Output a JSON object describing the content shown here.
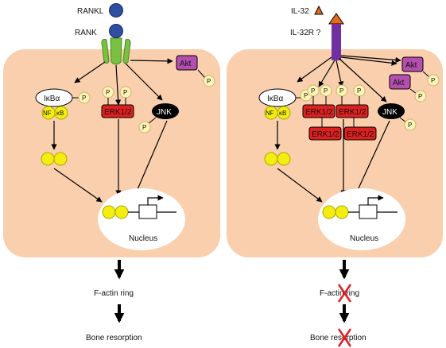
{
  "left": {
    "ligand_label": "RANKL",
    "receptor_label": "RANK",
    "akt_label": "Akt",
    "ikba_label": "IκBα",
    "nf_label": "NF",
    "kb_label": "κB",
    "erk_label": "ERK1/2",
    "jnk_label": "JNK",
    "p_label": "P",
    "nucleus_label": "Nucleus",
    "factin_label": "F-actin ring",
    "bone_label": "Bone resorption"
  },
  "right": {
    "ligand_label": "IL-32",
    "receptor_label": "IL-32R ?",
    "akt_label": "Akt",
    "ikba_label": "IκBα",
    "nf_label": "NF",
    "kb_label": "κB",
    "erk_label": "ERK1/2",
    "jnk_label": "JNK",
    "p_label": "P",
    "nucleus_label": "Nucleus",
    "factin_label": "F-actin ring",
    "bone_label": "Bone resorption"
  },
  "colors": {
    "cell": "#f9cfad",
    "rank_receptor": "#7ac143",
    "rankl": "#2e4fa0",
    "il32": "#e56b17",
    "il32r": "#7030a0",
    "akt": "#b44fb0",
    "erk": "#e02020",
    "jnk": "#000000",
    "nfkb": "#f3ee10",
    "phospho": "#fff4b8",
    "block_x": "#e02020"
  }
}
